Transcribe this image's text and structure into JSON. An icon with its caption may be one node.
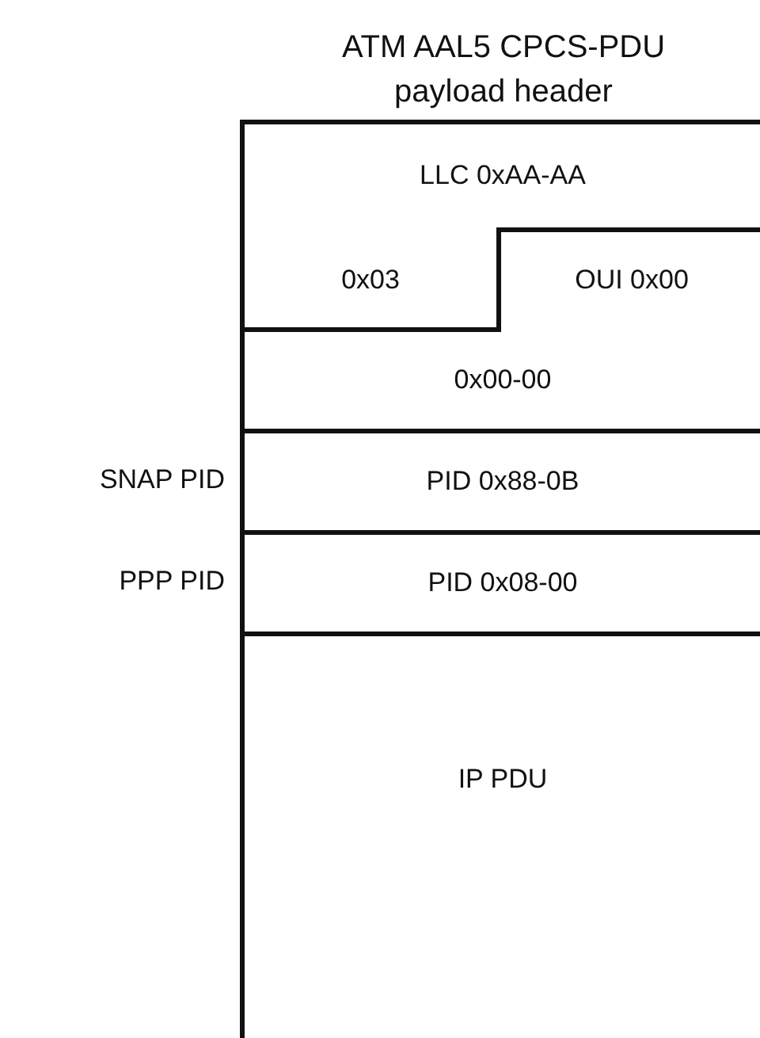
{
  "diagram": {
    "title": "ATM AAL5 CPCS-PDU payload header",
    "nodes": [
      {
        "text": [
          "LLC 0xAA-AA"
        ]
      },
      {
        "text": [
          "0x03"
        ]
      },
      {
        "text": [
          "OUI 0x00"
        ]
      },
      {
        "text": [
          "0x00-00"
        ]
      },
      {
        "text": [
          "PID 0x88-0B"
        ]
      },
      {
        "text": [
          "PID 0x08-00"
        ]
      },
      {
        "text": [
          "IP PDU"
        ]
      }
    ],
    "labels": [
      "SNAP PID",
      "PPP PID"
    ]
  }
}
